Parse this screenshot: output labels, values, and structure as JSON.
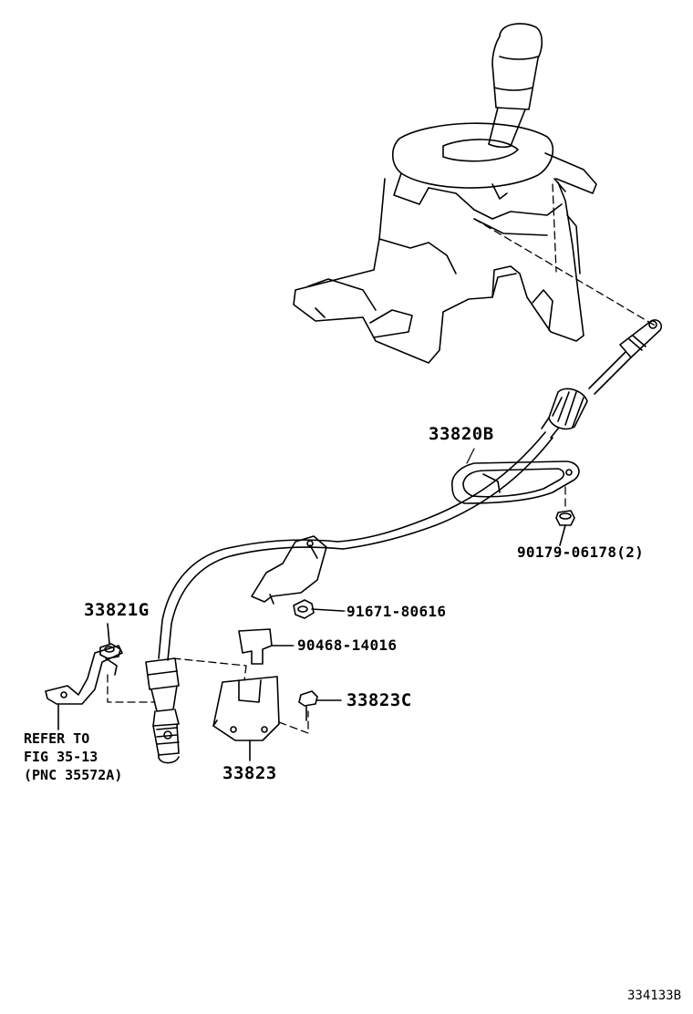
{
  "labels": {
    "cable_assy": "33820B",
    "nut": "90179-06178(2)",
    "bolt_bracket": "91671-80616",
    "clip": "90468-14016",
    "retainer_bracket": "33823",
    "retainer_bolt": "33823C",
    "grommet": "33821G",
    "refer_line1": "REFER TO",
    "refer_line2": "FIG 35-13",
    "refer_line3": "(PNC 35572A)",
    "figure_id": "334133B"
  },
  "colors": {
    "line": "#000000",
    "background": "#ffffff"
  }
}
